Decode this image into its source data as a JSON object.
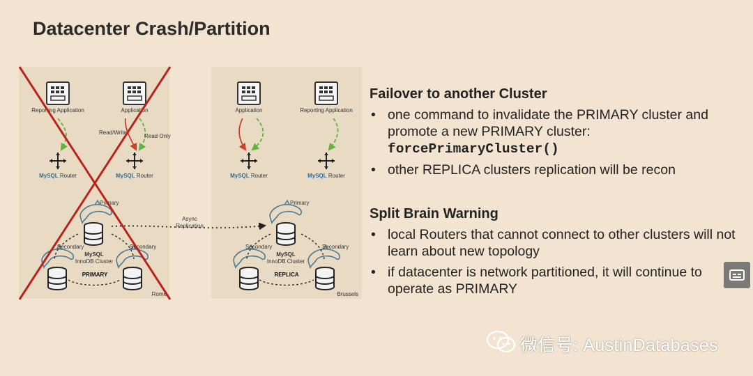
{
  "slide": {
    "title": "Datacenter Crash/Partition"
  },
  "diagram": {
    "rome": {
      "apps": [
        "Reporting Application",
        "Application"
      ],
      "flow_labels": [
        "Read/Write",
        "Read Only"
      ],
      "router_label_brand": "MySQL",
      "router_label_suffix": " Router",
      "primary_label": "Primary",
      "secondary_label": "Secondary",
      "cluster_brand": "MySQL",
      "cluster_name": "InnoDB Cluster",
      "role": "PRIMARY",
      "location": "Rome",
      "crashed": true
    },
    "brussels": {
      "apps": [
        "Application",
        "Reporting Application"
      ],
      "router_label_brand": "MySQL",
      "router_label_suffix": " Router",
      "primary_label": "Primary",
      "secondary_label": "Secondary",
      "cluster_brand": "MySQL",
      "cluster_name": "InnoDB Cluster",
      "role": "REPLICA",
      "location": "Brussels"
    },
    "async_label_1": "Async",
    "async_label_2": "Replication"
  },
  "failover": {
    "heading": "Failover to another Cluster",
    "bullet1_line1": "one command to invalidate the PRIMARY cluster and",
    "bullet1_line2": "promote a new PRIMARY cluster:",
    "bullet1_code": "forcePrimaryCluster()",
    "bullet2": "other REPLICA clusters replication will be recon"
  },
  "split_brain": {
    "heading": "Split Brain Warning",
    "bullet1": "local Routers that cannot connect to other clusters will not learn about new topology",
    "bullet2": "if datacenter is network partitioned, it will continue to operate as PRIMARY"
  },
  "watermark": {
    "text": "微信号: AustinDatabases"
  },
  "colors": {
    "background": "#f2e4d0",
    "cross": "#b8231a",
    "read_write_arrow": "#c8432a",
    "read_only_arrow": "#5fb43c",
    "mysql_blue": "#2f6e9a",
    "mysql_orange": "#e48a1c"
  }
}
